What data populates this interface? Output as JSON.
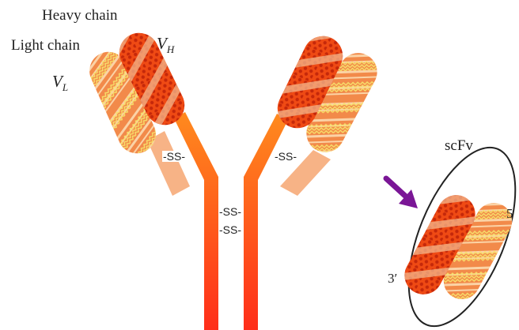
{
  "labels": {
    "heavy_chain": "Heavy chain",
    "light_chain": "Light chain",
    "vh_main": "V",
    "vh_sub": "H",
    "vl_main": "V",
    "vl_sub": "L",
    "ss_left": "-SS-",
    "ss_right": "-SS-",
    "ss_hinge_top": "-SS-",
    "ss_hinge_bottom": "-SS-",
    "scfv": "scFv",
    "three_prime": "3′",
    "five_prime": "5"
  },
  "colors": {
    "heavy_domain": "#ef4a14",
    "heavy_dots": "#c5280a",
    "light_domain": "#f28a4a",
    "light_stripes": "#fbd3a6",
    "light_wave": "#f7e06a",
    "light_stem": "#f7b386",
    "heavy_stem_top": "#ff8a1e",
    "heavy_stem_bottom": "#ff2e1a",
    "arrow": "#7a1696",
    "linker": "#222222"
  }
}
